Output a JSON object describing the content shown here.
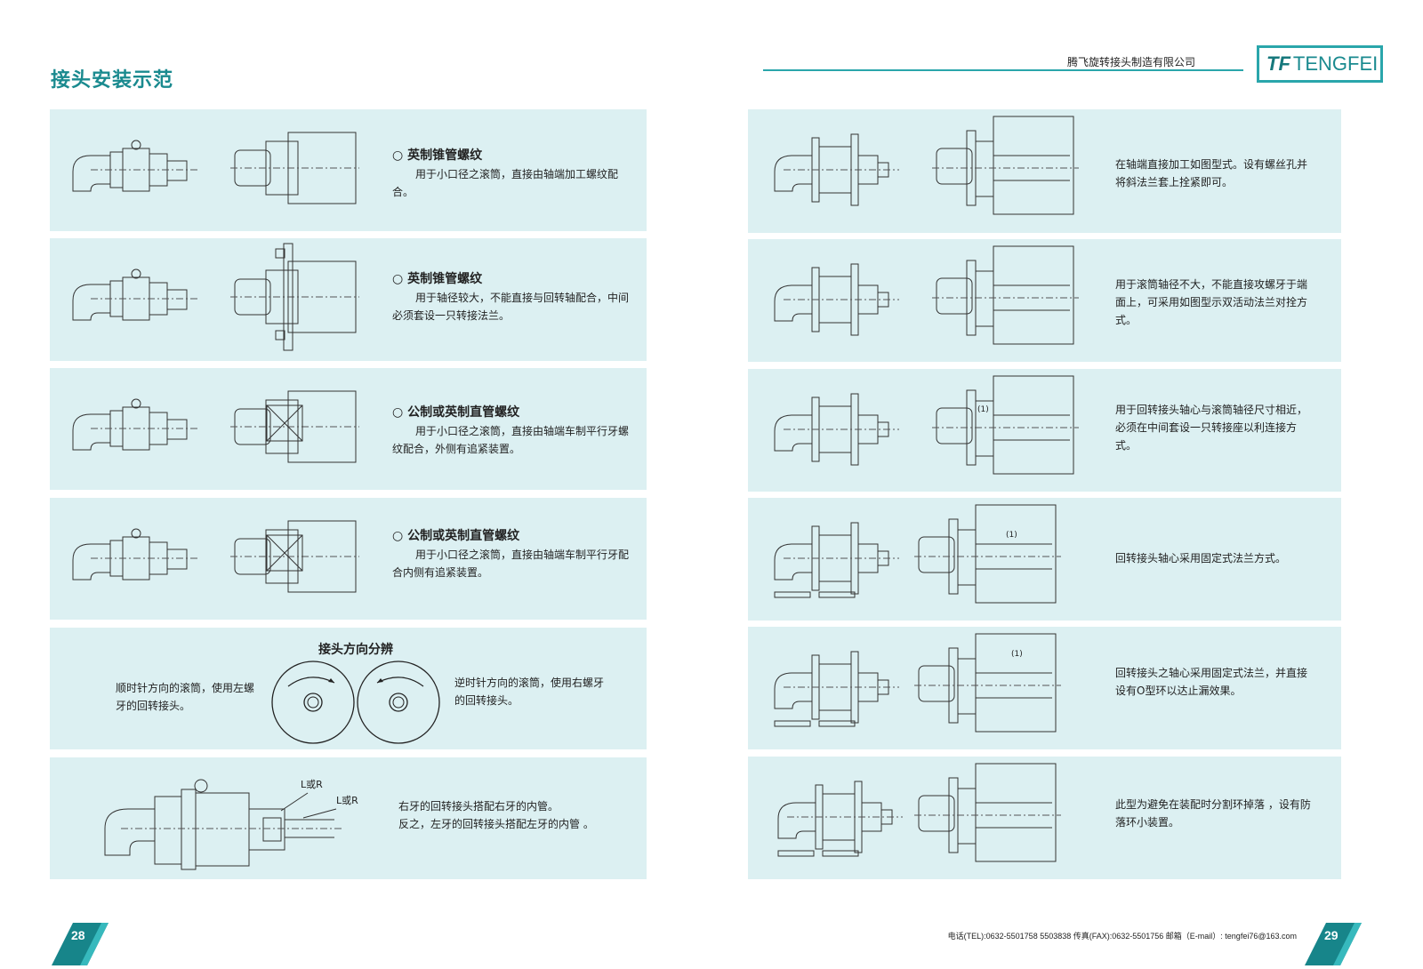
{
  "left_page": {
    "title": "接头安装示范",
    "sections": [
      {
        "heading": "○ 英制锥管螺纹",
        "body": "用于小口径之滚筒，直接由轴端加工螺纹配合。"
      },
      {
        "heading": "○ 英制锥管螺纹",
        "body": "用于轴径较大，不能直接与回转轴配合，中间必须套设一只转接法兰。"
      },
      {
        "heading": "○ 公制或英制直管螺纹",
        "body": "用于小口径之滚筒，直接由轴端车制平行牙螺纹配合，外侧有追紧装置。"
      },
      {
        "heading": "○ 公制或英制直管螺纹",
        "body": "用于小口径之滚筒，直接由轴端车制平行牙配合内侧有追紧装置。"
      }
    ],
    "direction": {
      "title": "接头方向分辨",
      "left_text": "顺时针方向的滚筒，使用左螺牙的回转接头。",
      "right_text": "逆时针方向的滚筒，使用右螺牙的回转接头。"
    },
    "thread": {
      "label1": "L或R",
      "label2": "L或R",
      "line1": "右牙的回转接头搭配右牙的内管。",
      "line2": "反之，左牙的回转接头搭配左牙的内管 。"
    },
    "page_number": "28"
  },
  "right_page": {
    "company": "腾飞旋转接头制造有限公司",
    "logo_text": "TENGFEI",
    "logo_mark": "TF",
    "sections": [
      {
        "body": "在轴端直接加工如图型式。设有螺丝孔并将斜法兰套上拴紧即可。"
      },
      {
        "body": "用于滚筒轴径不大，不能直接攻螺牙于端面上，可采用如图型示双活动法兰对拴方式。"
      },
      {
        "body": "用于回转接头轴心与滚筒轴径尺寸相近，必须在中间套设一只转接座以利连接方式。",
        "callout": "(1)"
      },
      {
        "body": "回转接头轴心采用固定式法兰方式。",
        "callout": "(1)"
      },
      {
        "body": "回转接头之轴心采用固定式法兰，并直接设有O型环以达止漏效果。",
        "callout": "(1)"
      },
      {
        "body": "此型为避免在装配时分割环掉落 ，设有防落环小装置。"
      }
    ],
    "footer": "电话(TEL):0632-5501758 5503838   传真(FAX):0632-5501756  邮箱（E-mail）: tengfei76@163.com",
    "page_number": "29"
  },
  "colors": {
    "accent": "#1a8a8f",
    "panel": "#dcf0f2"
  }
}
